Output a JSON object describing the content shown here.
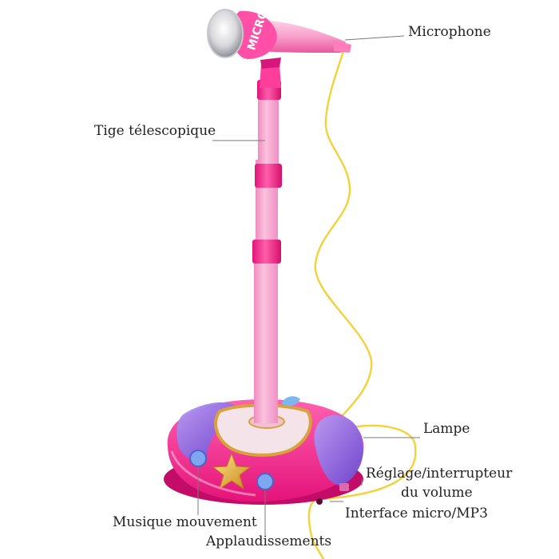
{
  "labels": {
    "microphone": "Microphone",
    "tige": "Tige télescopique",
    "lampe": "Lampe",
    "volume_line1": "Réglage/interrupteur",
    "volume_line2": "du volume",
    "interface": "Interface micro/MP3",
    "musique": "Musique mouvement",
    "applaudissements": "Applaudissements"
  },
  "mic_text": "MICRO",
  "colors": {
    "pink_bright": "#ff3d9a",
    "pink_light": "#f7a6cf",
    "purple": "#8a5be0",
    "gold": "#d9a23a",
    "cable": "#f2d23a",
    "line": "#7a7a7a"
  }
}
